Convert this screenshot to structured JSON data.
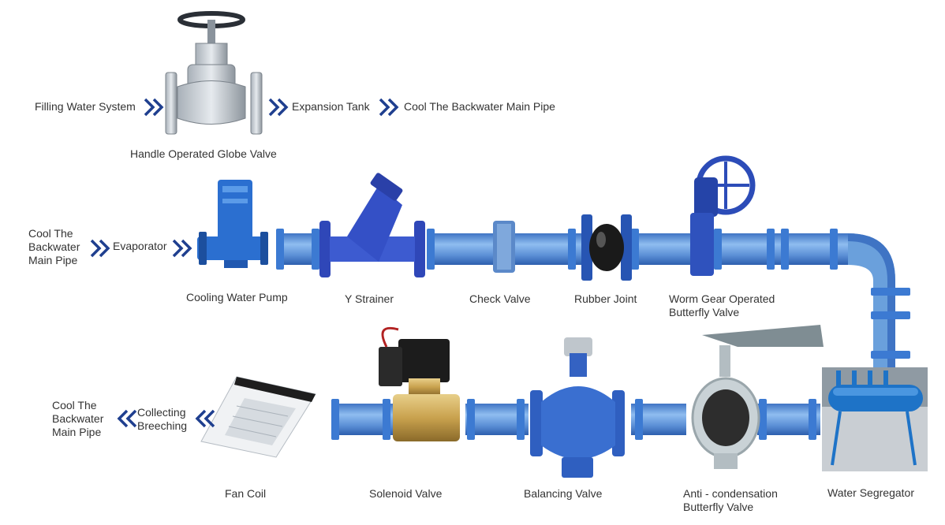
{
  "colors": {
    "arrow": "#1f3f8f",
    "pipe": "#6aa0dc",
    "pipe_dark": "#2f63b4",
    "flange": "#3c7ad2",
    "text": "#333333"
  },
  "icons": [
    "double-chevron-right-icon",
    "double-chevron-left-icon"
  ],
  "row1": {
    "filling": "Filling Water System",
    "expansion": "Expansion Tank",
    "cool_pipe": "Cool The Backwater Main Pipe",
    "globe_valve": "Handle Operated Globe Valve"
  },
  "row2": {
    "cool_pipe": "Cool The\nBackwater\nMain Pipe",
    "evaporator": "Evaporator",
    "pump": "Cooling Water Pump",
    "y_strainer": "Y Strainer",
    "check_valve": "Check Valve",
    "rubber_joint": "Rubber Joint",
    "worm_gear": "Worm Gear Operated\nButterfly Valve"
  },
  "row3": {
    "cool_pipe": "Cool The\nBackwater\nMain Pipe",
    "collecting": "Collecting\nBreeching",
    "fan_coil": "Fan Coil",
    "solenoid": "Solenoid Valve",
    "balancing": "Balancing Valve",
    "anti_condensation": "Anti - condensation\nButterfly Valve",
    "segregator": "Water Segregator"
  }
}
